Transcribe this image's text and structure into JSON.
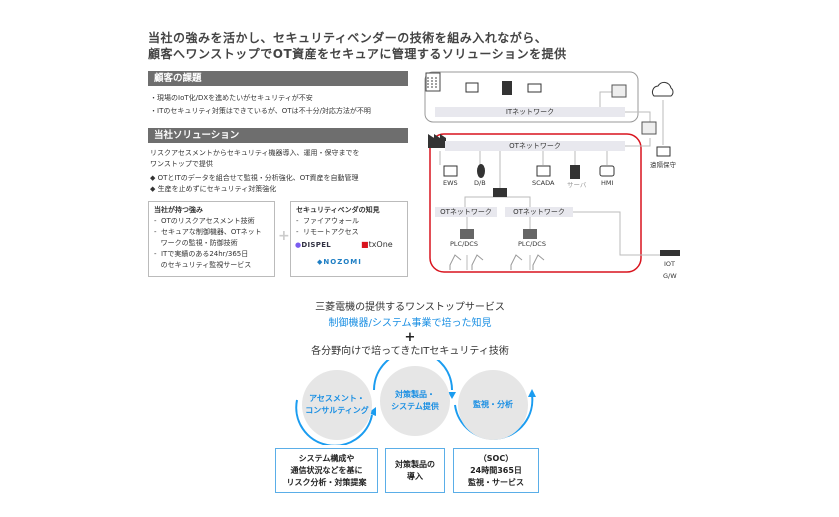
{
  "header": {
    "line1": "当社の強みを活かし、セキュリティベンダーの技術を組み入れながら、",
    "line2": "顧客へワンストップでOT資産をセキュアに管理するソリューションを提供"
  },
  "issues": {
    "title": "顧客の課題",
    "items": [
      "・現場のIoT化/DXを進めたいがセキュリティが不安",
      "・ITのセキュリティ対策はできているが、OTは不十分/対応方法が不明"
    ]
  },
  "solution": {
    "title": "当社ソリューション",
    "desc1": "リスクアセスメントからセキュリティ機器導入、運用・保守までを",
    "desc2": "ワンストップで提供",
    "points": [
      "◆ OTとITのデータを組合せて監視・分析強化、OT資産を自動管理",
      "◆ 生産を止めずにセキュリティ対策強化"
    ]
  },
  "strengths": {
    "title": "当社が持つ強み",
    "items": [
      "-  OTのリスクアセスメント技術",
      "-  セキュアな制御機器、OTネット",
      "   ワークの監視・防御技術",
      "-  ITで実績のある24hr/365日",
      "   のセキュリティ監視サービス"
    ]
  },
  "plus": "+",
  "vendor": {
    "title": "セキュリティベンダの知見",
    "items": [
      "-  ファイアウォール",
      "-  リモートアクセス"
    ],
    "logos": [
      "DISPEL",
      "txOne",
      "NOZOMI"
    ]
  },
  "diagram": {
    "it_network": "ITネットワーク",
    "ot_network": "OTネットワーク",
    "remote": "遠隔保守",
    "devices": [
      "EWS",
      "D/B",
      "SCADA",
      "サーバ",
      "HMI"
    ],
    "sub_networks": [
      "OTネットワーク",
      "OTネットワーク"
    ],
    "plc": [
      "PLC/DCS",
      "PLC/DCS"
    ],
    "iot1": "IOT",
    "iot2": "G/W"
  },
  "service": {
    "title": "三菱電機の提供するワンストップサービス",
    "line1": "制御機器/システム事業で培った知見",
    "plus": "+",
    "line2": "各分野向けで培ってきたITセキュリティ技術",
    "circles": [
      [
        "アセスメント・",
        "コンサルティング"
      ],
      [
        "対策製品・",
        "システム提供"
      ],
      [
        "監視・分析",
        ""
      ]
    ],
    "boxes": [
      [
        "システム構成や",
        "通信状況などを基に",
        "リスク分析・対策提案"
      ],
      [
        "対策製品の",
        "導入",
        ""
      ],
      [
        "（SOC）",
        "24時間365日",
        "監視・サービス"
      ]
    ]
  },
  "colors": {
    "red": "#d9141e",
    "blue": "#1a8fe3",
    "gray": "#6e6e6e"
  }
}
